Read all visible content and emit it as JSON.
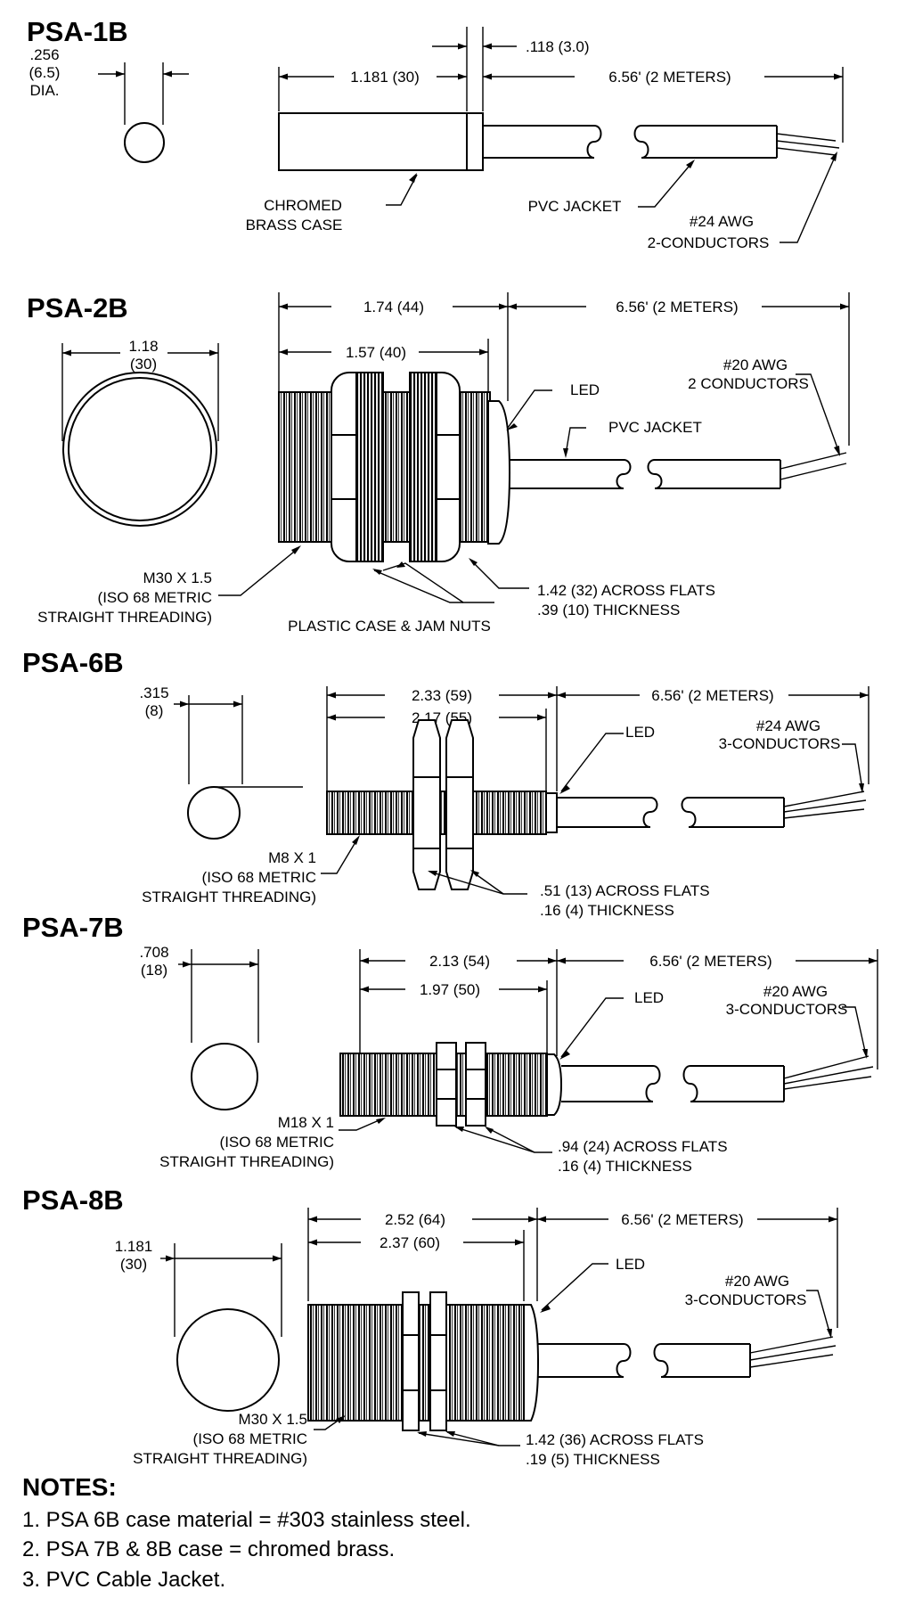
{
  "sections": {
    "psa1b": {
      "title": "PSA-1B",
      "dia_in": ".256",
      "dia_mm": "(6.5)",
      "dia_label": "DIA.",
      "len": "1.181 (30)",
      "gap": ".118 (3.0)",
      "cable": "6.56' (2 METERS)",
      "case": [
        "CHROMED",
        "BRASS CASE"
      ],
      "jacket": "PVC JACKET",
      "wire": [
        "#24 AWG",
        "2-CONDUCTORS"
      ]
    },
    "psa2b": {
      "title": "PSA-2B",
      "dia_in": "1.18",
      "dia_mm": "(30)",
      "len_total": "1.74 (44)",
      "len_thread": "1.57 (40)",
      "cable": "6.56' (2 METERS)",
      "led": "LED",
      "jacket": "PVC JACKET",
      "wire": [
        "#20 AWG",
        "2 CONDUCTORS"
      ],
      "thread": [
        "M30 X 1.5",
        "(ISO 68 METRIC",
        "STRAIGHT THREADING)"
      ],
      "case": "PLASTIC CASE & JAM NUTS",
      "nuts": [
        "1.42 (32) ACROSS FLATS",
        ".39 (10) THICKNESS"
      ]
    },
    "psa6b": {
      "title": "PSA-6B",
      "dia_in": ".315",
      "dia_mm": "(8)",
      "len_total": "2.33 (59)",
      "len_thread": "2.17 (55)",
      "cable": "6.56' (2 METERS)",
      "led": "LED",
      "wire": [
        "#24 AWG",
        "3-CONDUCTORS"
      ],
      "thread": [
        "M8 X 1",
        "(ISO 68 METRIC",
        "STRAIGHT THREADING)"
      ],
      "nuts": [
        ".51 (13) ACROSS FLATS",
        ".16 (4) THICKNESS"
      ]
    },
    "psa7b": {
      "title": "PSA-7B",
      "dia_in": ".708",
      "dia_mm": "(18)",
      "len_total": "2.13 (54)",
      "len_thread": "1.97 (50)",
      "cable": "6.56' (2 METERS)",
      "led": "LED",
      "wire": [
        "#20 AWG",
        "3-CONDUCTORS"
      ],
      "thread": [
        "M18 X 1",
        "(ISO 68 METRIC",
        "STRAIGHT THREADING)"
      ],
      "nuts": [
        ".94 (24) ACROSS FLATS",
        ".16 (4) THICKNESS"
      ]
    },
    "psa8b": {
      "title": "PSA-8B",
      "dia_in": "1.181",
      "dia_mm": "(30)",
      "len_total": "2.52 (64)",
      "len_thread": "2.37 (60)",
      "cable": "6.56' (2 METERS)",
      "led": "LED",
      "wire": [
        "#20 AWG",
        "3-CONDUCTORS"
      ],
      "thread": [
        "M30 X 1.5",
        "(ISO 68 METRIC",
        "STRAIGHT THREADING)"
      ],
      "nuts": [
        "1.42 (36) ACROSS FLATS",
        ".19 (5) THICKNESS"
      ]
    }
  },
  "notes": {
    "title": "NOTES:",
    "items": [
      "1. PSA 6B case material = #303 stainless steel.",
      "2. PSA 7B & 8B case  = chromed brass.",
      "3. PVC Cable Jacket."
    ]
  }
}
